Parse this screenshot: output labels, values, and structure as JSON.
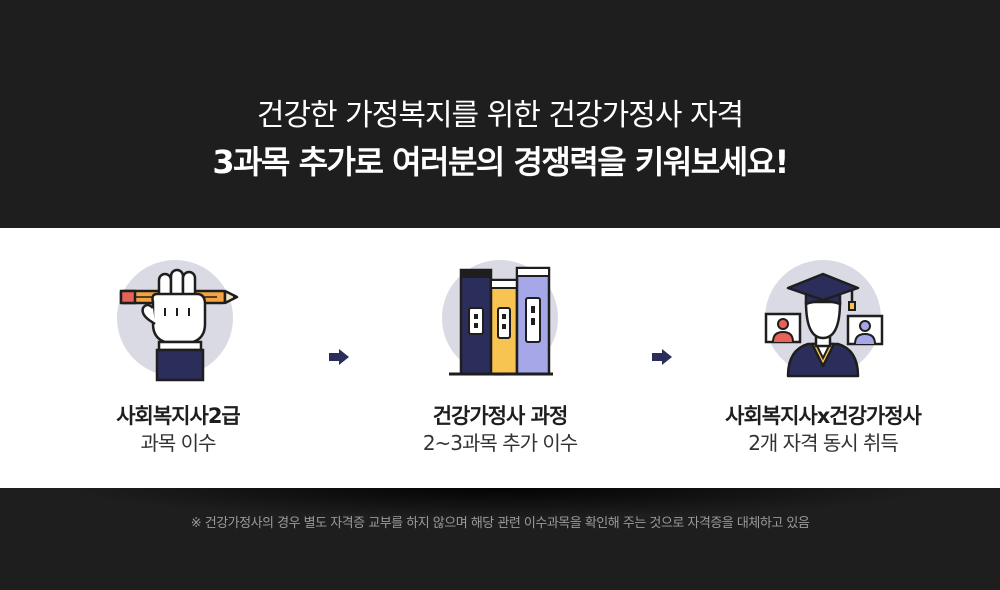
{
  "headline": {
    "line1": "건강한 가정복지를 위한 건강가정사 자격",
    "line2": "3과목 추가로 여러분의 경쟁력을 키워보세요!"
  },
  "steps": [
    {
      "icon": "hand-pencil-icon",
      "title": "사회복지사2급",
      "subtitle": "과목 이수"
    },
    {
      "icon": "books-icon",
      "title": "건강가정사 과정",
      "subtitle": "2~3과목 추가 이수"
    },
    {
      "icon": "graduate-icon",
      "title": "사회복지사x건강가정사",
      "subtitle": "2개 자격 동시 취득"
    }
  ],
  "note": "※ 건강가정사의 경우 별도 자격증 교부를 하지 않으며 해당 관련 이수과목을 확인해 주는 것으로 자격증을 대체하고 있음",
  "colors": {
    "dark": "#1e1e1f",
    "navy": "#2b2d5a",
    "circle": "#d9dae3",
    "orange": "#f4a340",
    "yellow": "#f7c351",
    "lavender": "#a5a7e8"
  }
}
